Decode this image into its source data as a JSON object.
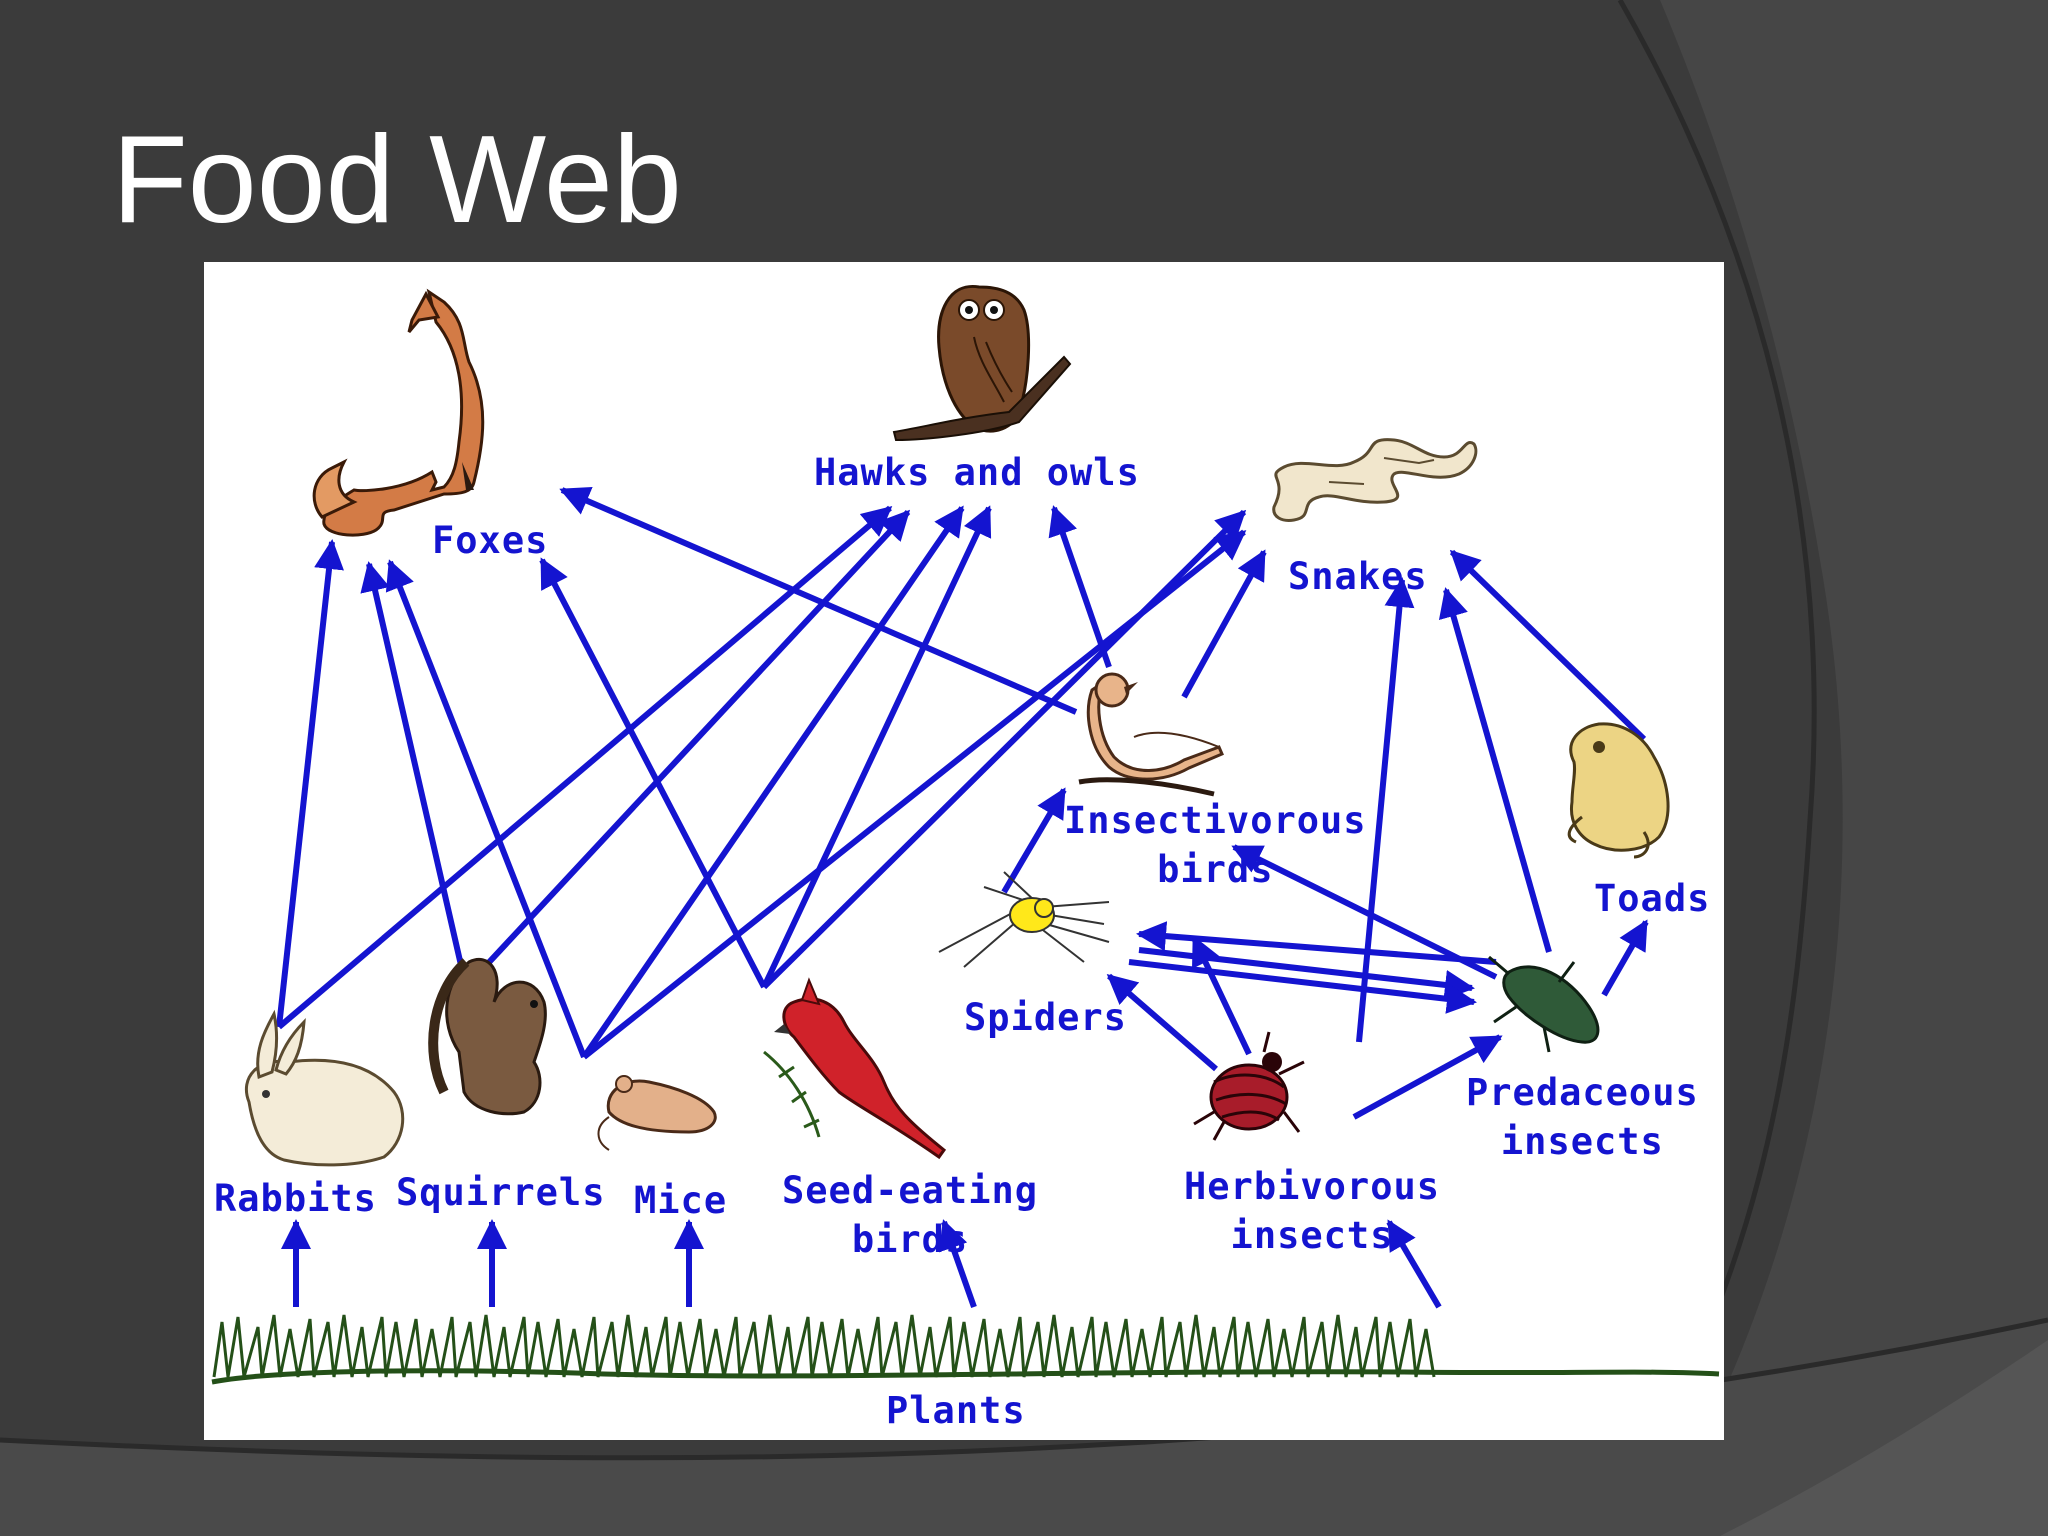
{
  "slide": {
    "title": "Food Web"
  },
  "colors": {
    "background": "#3b3b3b",
    "arrow": "#1414d0",
    "label": "#1414d0",
    "title": "#ffffff"
  },
  "labels": {
    "foxes": "Foxes",
    "hawks_owls": "Hawks and owls",
    "snakes": "Snakes",
    "insectivorous_birds": [
      "Insectivorous",
      "birds"
    ],
    "toads": "Toads",
    "spiders": "Spiders",
    "predaceous_insects": [
      "Predaceous",
      "insects"
    ],
    "rabbits": "Rabbits",
    "squirrels": "Squirrels",
    "mice": "Mice",
    "seed_eating_birds": [
      "Seed-eating",
      "birds"
    ],
    "herbivorous_insects": [
      "Herbivorous",
      "insects"
    ],
    "plants": "Plants"
  },
  "icons": [
    "fox-icon",
    "owl-icon",
    "snake-icon",
    "bird-icon",
    "toad-icon",
    "spider-icon",
    "beetle-icon",
    "rabbit-icon",
    "squirrel-icon",
    "mouse-icon",
    "cardinal-icon",
    "ladybug-beetle-icon",
    "grass-icon"
  ]
}
